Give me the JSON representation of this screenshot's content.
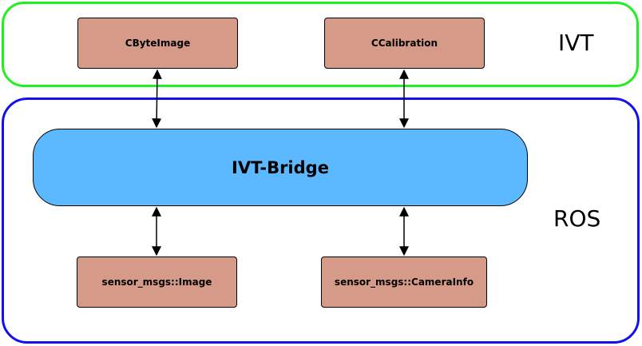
{
  "groups": {
    "ivt": {
      "label": "IVT",
      "border_color": "#22ee22"
    },
    "ros": {
      "label": "ROS",
      "border_color": "#1111ee"
    }
  },
  "nodes": {
    "cbyteimage": "CByteImage",
    "ccalibration": "CCalibration",
    "bridge": "IVT-Bridge",
    "sensor_image": "sensor_msgs::Image",
    "sensor_camerainfo": "sensor_msgs::CameraInfo"
  },
  "colors": {
    "box_fill": "#d69b88",
    "bridge_fill": "#5cb9ff"
  },
  "edges": [
    {
      "from": "cbyteimage",
      "to": "bridge",
      "direction": "both"
    },
    {
      "from": "ccalibration",
      "to": "bridge",
      "direction": "both"
    },
    {
      "from": "bridge",
      "to": "sensor_image",
      "direction": "both"
    },
    {
      "from": "bridge",
      "to": "sensor_camerainfo",
      "direction": "both"
    }
  ]
}
